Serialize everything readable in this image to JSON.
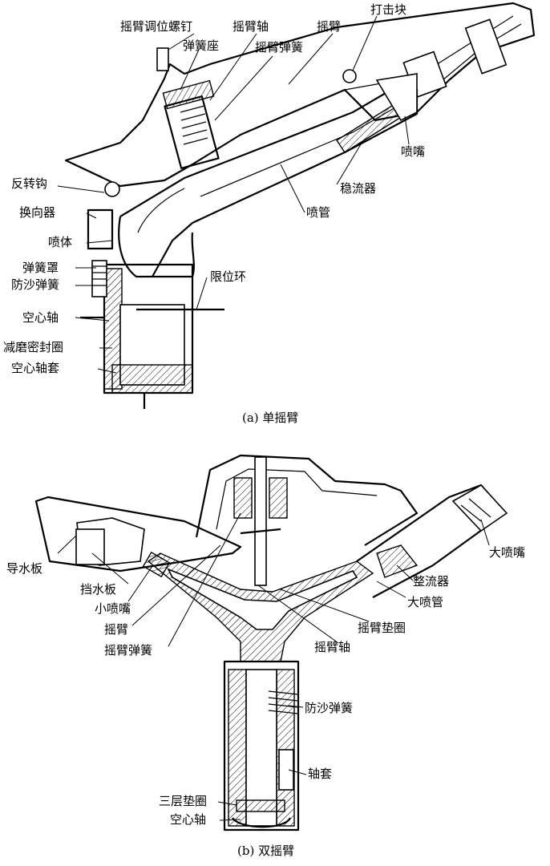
{
  "diagram_a": {
    "caption": "(a) 单摇臂",
    "labels": {
      "adjust_screw": "摇臂调位螺钉",
      "arm_shaft": "摇臂轴",
      "arm": "摇臂",
      "strike_block": "打击块",
      "spring_seat": "弹簧座",
      "arm_spring": "摇臂弹簧",
      "reverse_hook": "反转钩",
      "reverser": "换向器",
      "body": "喷体",
      "spring_cover": "弹簧罩",
      "sand_spring": "防沙弹簧",
      "hollow_shaft": "空心轴",
      "wear_seal": "减磨密封圈",
      "shaft_sleeve": "空心轴套",
      "limit_ring": "限位环",
      "nozzle_tube": "喷管",
      "stabilizer": "稳流器",
      "nozzle": "喷嘴"
    }
  },
  "diagram_b": {
    "caption": "(b) 双摇臂",
    "labels": {
      "deflector": "导水板",
      "baffle": "挡水板",
      "small_nozzle": "小喷嘴",
      "arm": "摇臂",
      "arm_spring": "摇臂弹簧",
      "large_nozzle": "大喷嘴",
      "straightener": "整流器",
      "large_tube": "大喷管",
      "arm_washer": "摇臂垫圈",
      "arm_shaft": "摇臂轴",
      "sand_spring": "防沙弹簧",
      "sleeve": "轴套",
      "triple_washer": "三层垫圈",
      "hollow_shaft": "空心轴"
    }
  }
}
